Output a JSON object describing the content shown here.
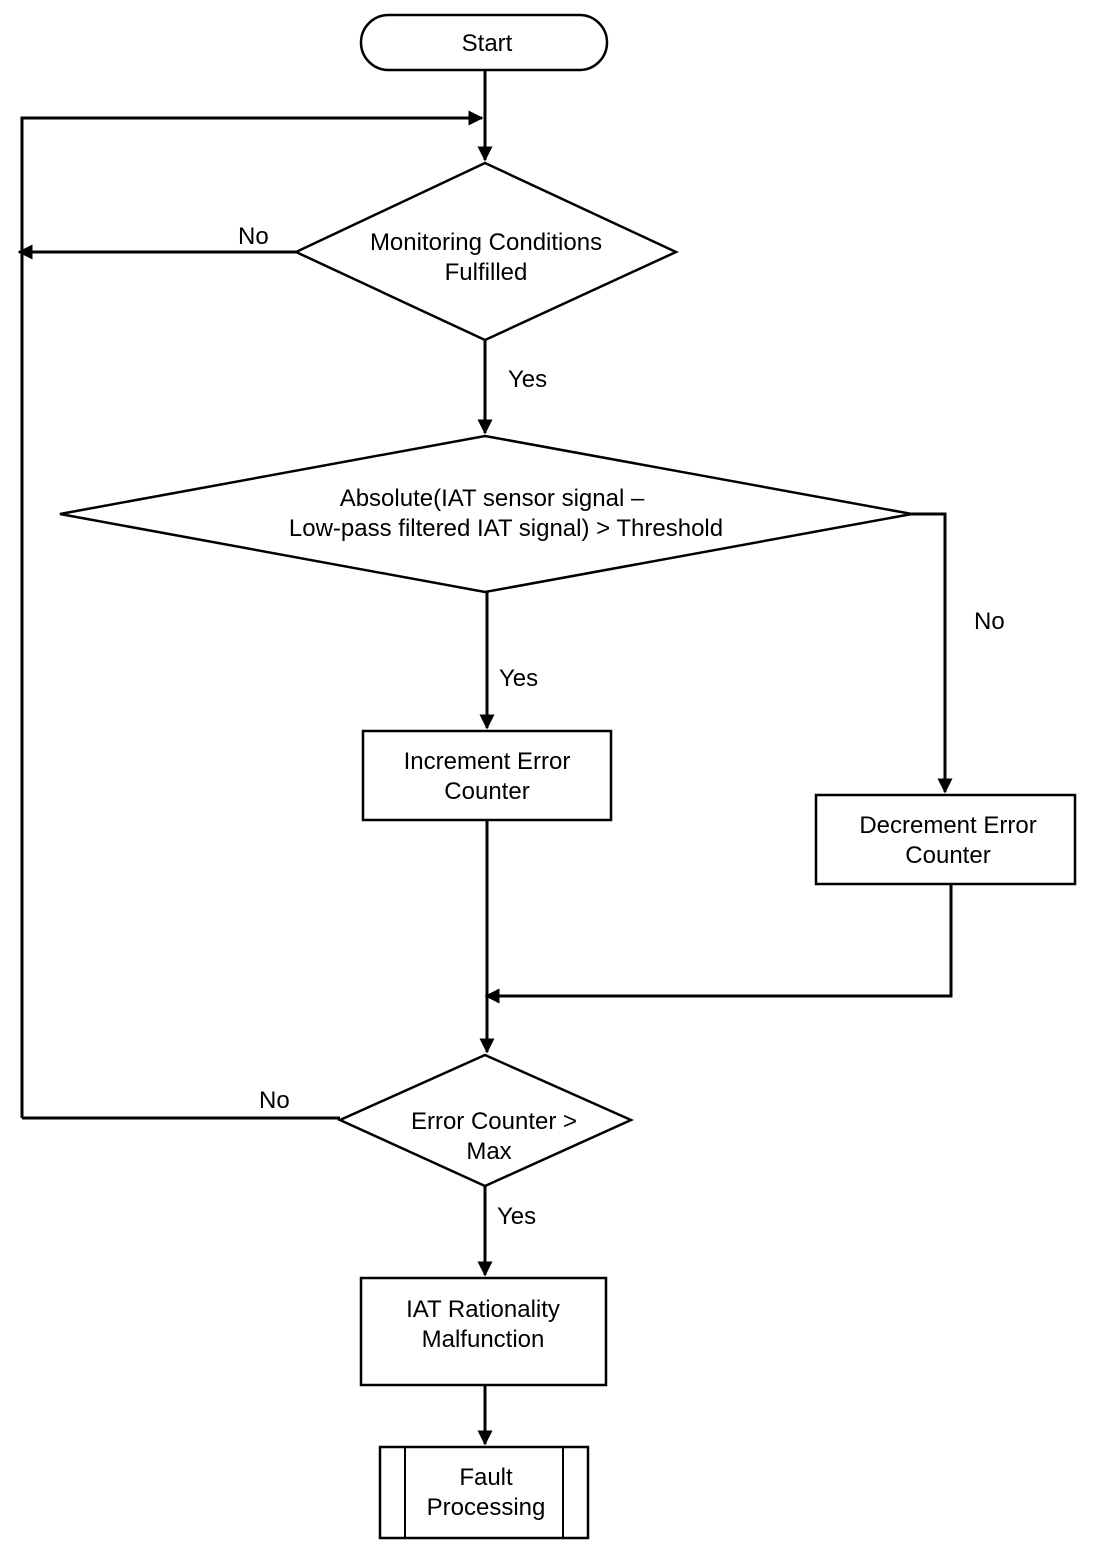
{
  "nodes": {
    "start": {
      "lines": [
        "Start"
      ]
    },
    "monitoring": {
      "lines": [
        "Monitoring Conditions",
        "Fulfilled"
      ]
    },
    "absolute": {
      "lines": [
        "Absolute(IAT sensor signal –",
        "Low-pass filtered IAT signal) > Threshold"
      ]
    },
    "increment": {
      "lines": [
        "Increment Error",
        "Counter"
      ]
    },
    "decrement": {
      "lines": [
        "Decrement Error",
        "Counter"
      ]
    },
    "max_check": {
      "lines": [
        "Error Counter >",
        "Max"
      ]
    },
    "malfunction": {
      "lines": [
        "IAT Rationality",
        "Malfunction"
      ]
    },
    "fault": {
      "lines": [
        "Fault",
        "Processing"
      ]
    }
  },
  "edge_labels": {
    "monitoring_no": "No",
    "monitoring_yes": "Yes",
    "absolute_yes": "Yes",
    "absolute_no": "No",
    "max_no": "No",
    "max_yes": "Yes"
  }
}
